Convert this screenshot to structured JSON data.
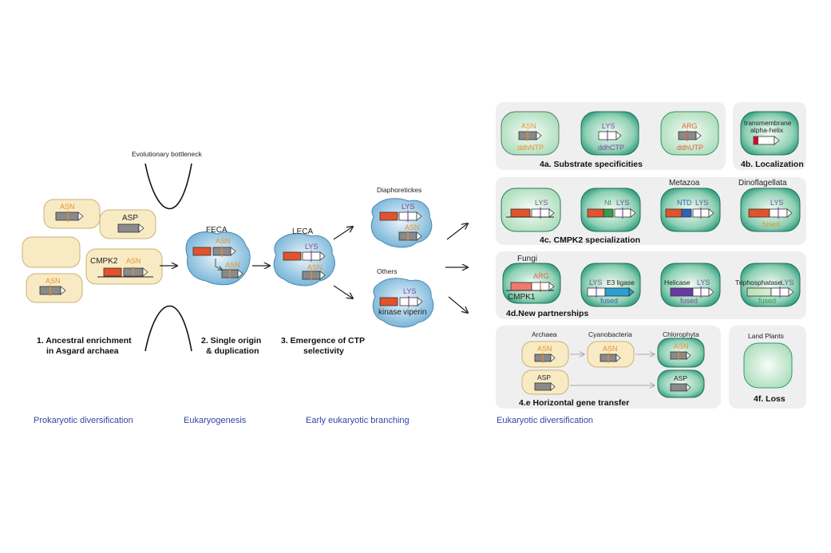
{
  "stages": {
    "prokaryotic": "Prokaryotic diversification",
    "eukaryogenesis": "Eukaryogenesis",
    "early": "Early eukaryotic branching",
    "eukaryotic": "Eukaryotic diversification"
  },
  "steps": {
    "s1_line1": "1. Ancestral enrichment",
    "s1_line2": "in Asgard archaea",
    "s2_line1": "2. Single origin",
    "s2_line2": "& duplication",
    "s3_line1": "3. Emergence of CTP",
    "s3_line2": "selectivity"
  },
  "bottleneck": "Evolutionary bottleneck",
  "labels": {
    "asn": "ASN",
    "asp": "ASP",
    "lys": "LYS",
    "arg": "ARG",
    "cmpk2": "CMPK2",
    "feca": "FECA",
    "leca": "LECA",
    "diaphoretickes": "Diaphoretickes",
    "others": "Others",
    "kinase": "kinase",
    "viperin": "viperin"
  },
  "panels": {
    "p4a": {
      "title": "4a. Substrate specificities",
      "ddhntp": "ddhNTP",
      "ddhctp": "ddhCTP",
      "ddhutp": "ddhUTP"
    },
    "p4b": {
      "title": "4b. Localization",
      "line1": "transmembrane",
      "line2": "alpha-helix"
    },
    "p4c": {
      "title": "4c. CMPK2 specialization",
      "nt": "Nt",
      "ntd": "NTD",
      "metazoa": "Metazoa",
      "dinoflagellata": "Dinoflagellata",
      "fused": "fused"
    },
    "p4d": {
      "title": "4d.New partnerships",
      "fungi": "Fungi",
      "cmpk1": "CMPK1",
      "e3": "E3 ligase",
      "helicase": "Helicase",
      "triphos": "Triphosphatase",
      "fused": "fused"
    },
    "p4e": {
      "title": "4.e Horizontal gene transfer",
      "archaea": "Archaea",
      "cyano": "Cyanobacteria",
      "chloro": "Chlorophyta"
    },
    "p4f": {
      "title": "4f. Loss",
      "landplants": "Land Plants"
    }
  },
  "colors": {
    "prok_fill": "#f8ebc4",
    "prok_stroke": "#c9b279",
    "euk_blue": "#8fc3e0",
    "euk_green": "#2f9e80",
    "panel_bg": "#efefef",
    "gene_grey": "#8a8a8a",
    "cmpk_red": "#e2522b",
    "stage_blue": "#3344aa"
  }
}
